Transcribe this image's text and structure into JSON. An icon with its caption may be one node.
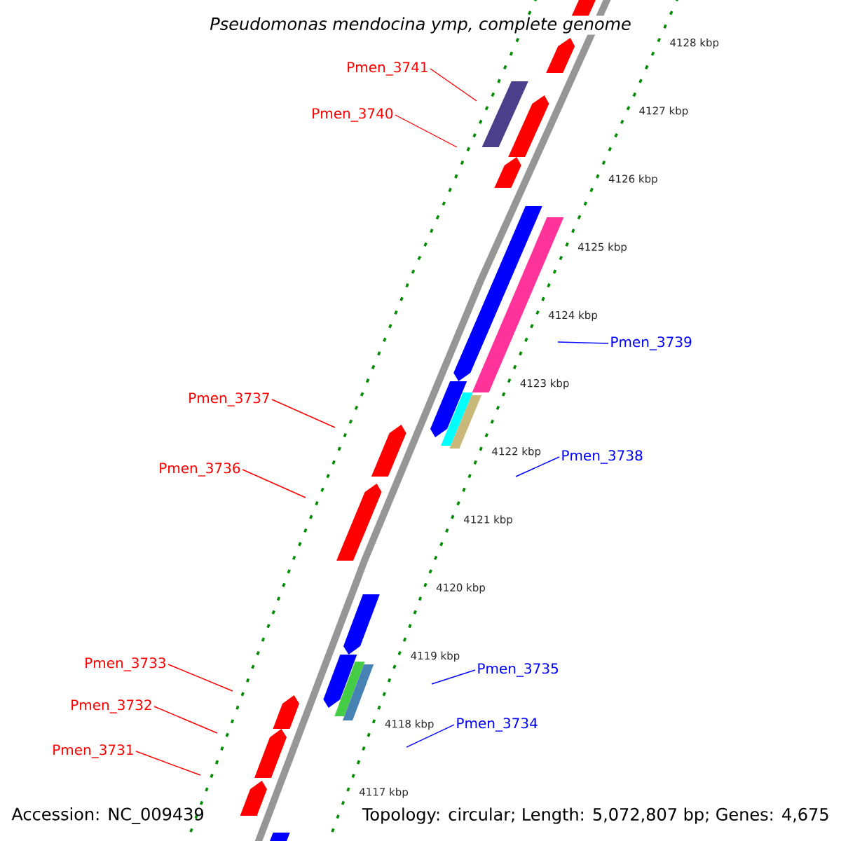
{
  "diagram": {
    "title": "Pseudomonas mendocina ymp, complete genome",
    "nodes": [
      {
        "text": [
          "Pmen_3741"
        ]
      },
      {
        "text": [
          "Pmen_3740"
        ]
      },
      {
        "text": [
          "Pmen_3739"
        ]
      },
      {
        "text": [
          "Pmen_3737"
        ]
      },
      {
        "text": [
          "Pmen_3738"
        ]
      },
      {
        "text": [
          "Pmen_3736"
        ]
      },
      {
        "text": [
          "Pmen_3733"
        ]
      },
      {
        "text": [
          "Pmen_3735"
        ]
      },
      {
        "text": [
          "Pmen_3732"
        ]
      },
      {
        "text": [
          "Pmen_3734"
        ]
      },
      {
        "text": [
          "Pmen_3731"
        ]
      }
    ],
    "edges": [
      {
        "from": 0,
        "to": null,
        "arrow": "none"
      },
      {
        "from": 1,
        "to": null,
        "arrow": "none"
      },
      {
        "from": 2,
        "to": null,
        "arrow": "none",
        "color": "#0000ff"
      },
      {
        "from": 3,
        "to": null,
        "arrow": "none"
      },
      {
        "from": 4,
        "to": null,
        "arrow": "none",
        "color": "#0000ff"
      },
      {
        "from": 5,
        "to": null,
        "arrow": "none"
      },
      {
        "from": 6,
        "to": null,
        "arrow": "none"
      },
      {
        "from": 7,
        "to": null,
        "arrow": "none",
        "color": "#0000ff"
      },
      {
        "from": 8,
        "to": null,
        "arrow": "none"
      },
      {
        "from": 9,
        "to": null,
        "arrow": "none",
        "color": "#0000ff"
      },
      {
        "from": 10,
        "to": null,
        "arrow": "none"
      }
    ],
    "labels": [
      "4128 kbp",
      "4127 kbp",
      "4126 kbp",
      "4125 kbp",
      "4124 kbp",
      "4123 kbp",
      "4122 kbp",
      "4121 kbp",
      "4120 kbp",
      "4119 kbp",
      "4118 kbp",
      "4117 kbp",
      "Accession: NC_009439",
      "Topology: circular; Length: 5,072,807 bp; Genes: 4,675"
    ]
  }
}
